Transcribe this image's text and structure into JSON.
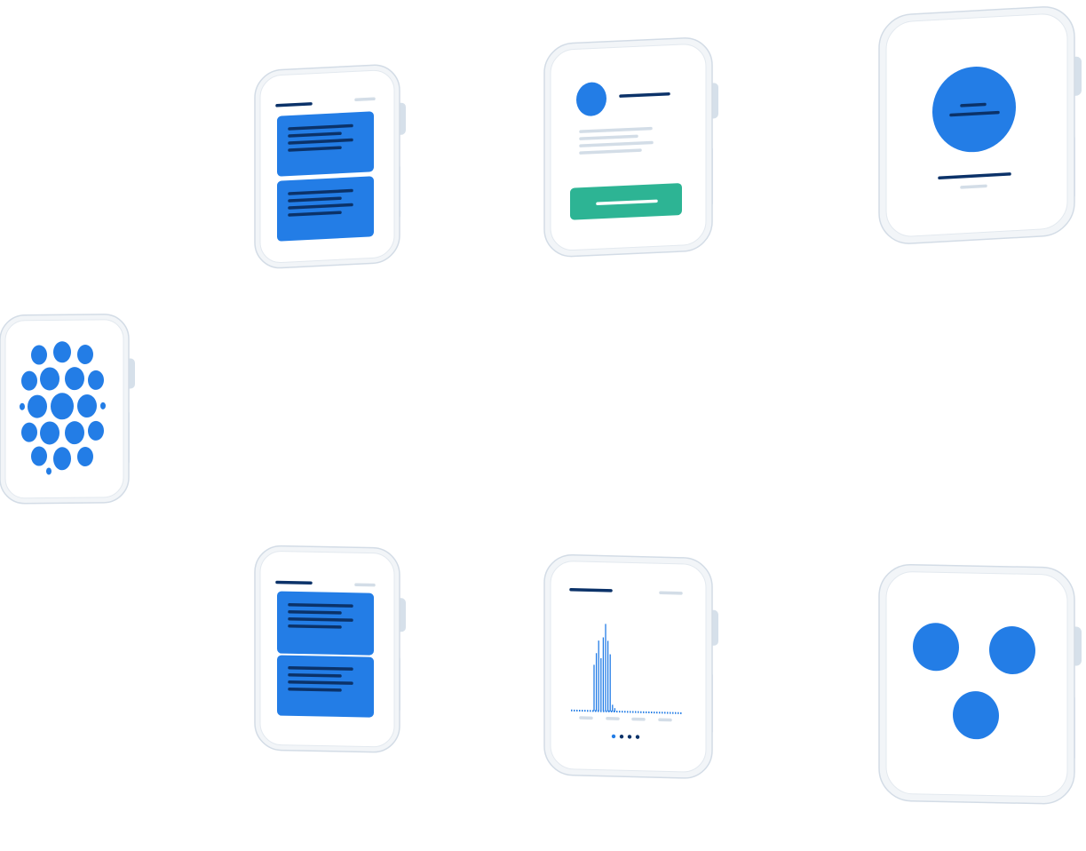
{
  "colors": {
    "accent_blue": "#237de6",
    "navy": "#0b3269",
    "green": "#2db494",
    "light_gray": "#d3dde7",
    "frame": "#f2f5f8"
  },
  "watches": [
    {
      "screen": "card-list"
    },
    {
      "screen": "profile"
    },
    {
      "screen": "single-circle"
    },
    {
      "screen": "app-grid"
    },
    {
      "screen": "card-list"
    },
    {
      "screen": "bar-chart",
      "page_dots": 4,
      "active_page": 1
    },
    {
      "screen": "three-circles"
    }
  ],
  "chart_data": {
    "type": "bar",
    "values": [
      55,
      69,
      84,
      63,
      88,
      104,
      84,
      68,
      8,
      4
    ],
    "ylim": [
      0,
      110
    ]
  }
}
